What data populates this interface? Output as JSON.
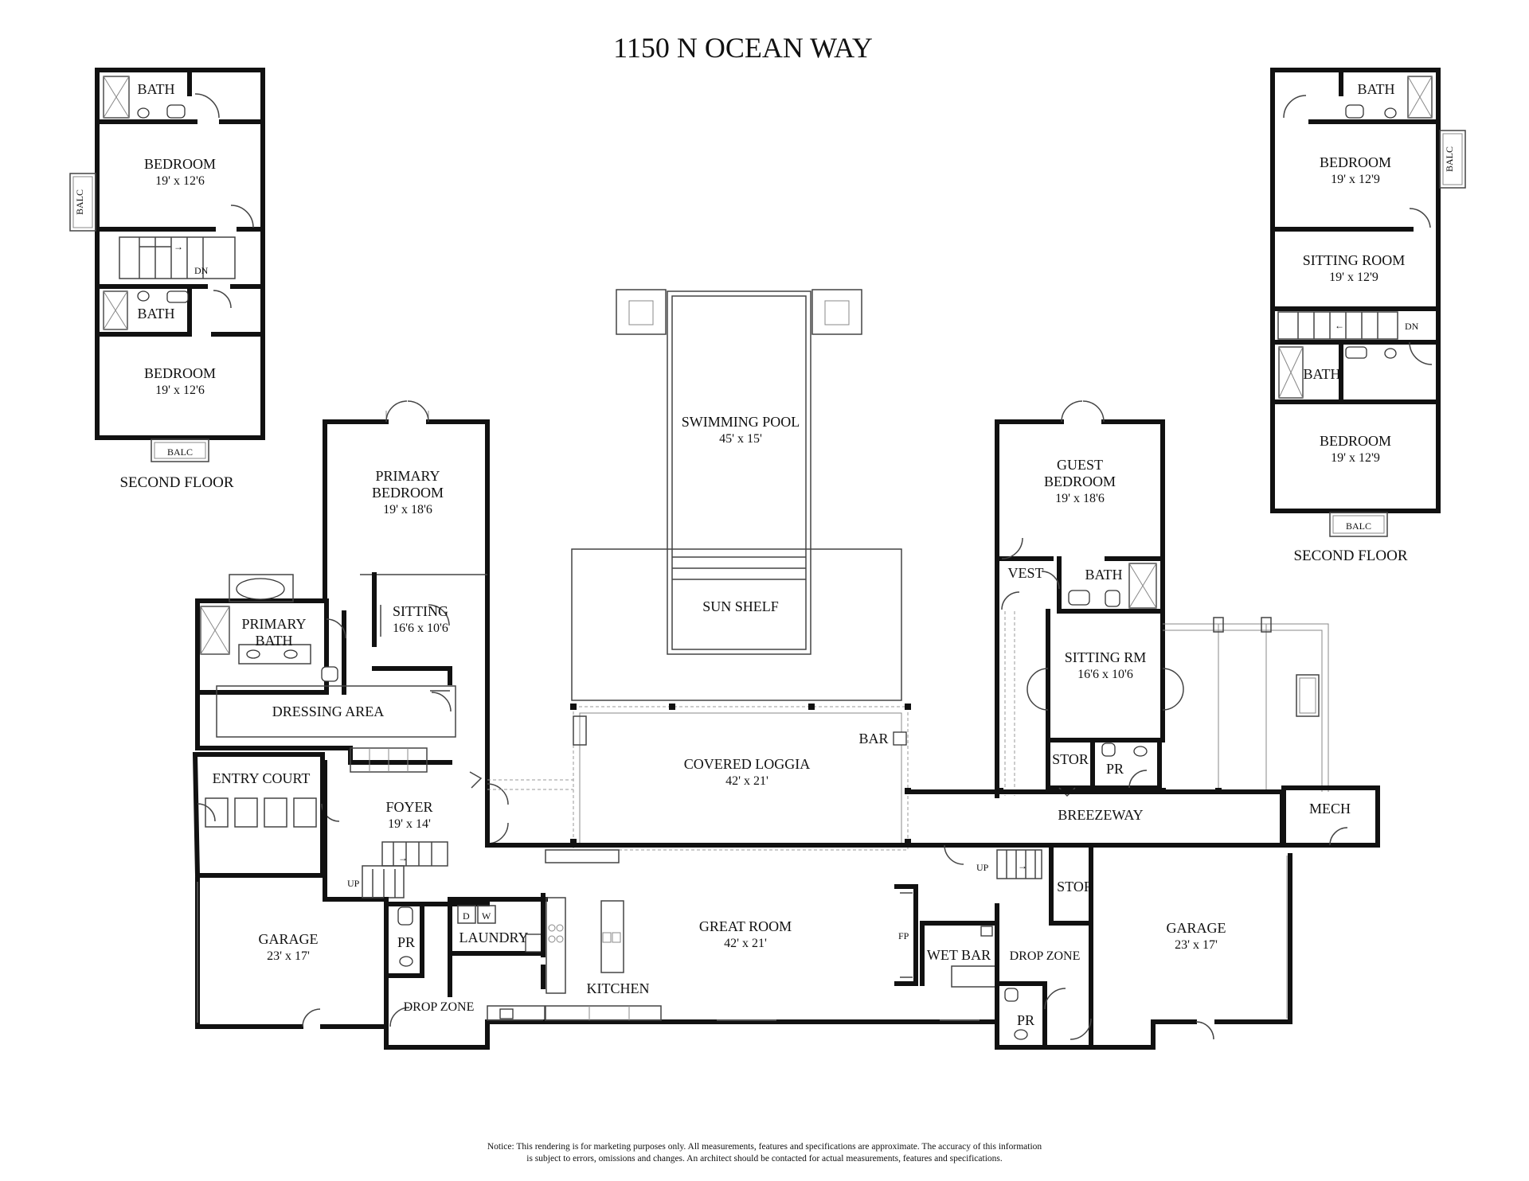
{
  "title": "1150 N OCEAN WAY",
  "second_floor_left": {
    "label": "SECOND FLOOR",
    "bath_top": "BATH",
    "bedroom_top": {
      "name": "BEDROOM",
      "dim": "19' x 12'6"
    },
    "balc_side": "BALC",
    "stair_dn": "DN",
    "bath_mid": "BATH",
    "bedroom_bottom": {
      "name": "BEDROOM",
      "dim": "19' x 12'6"
    },
    "balc_bottom": "BALC"
  },
  "second_floor_right": {
    "label": "SECOND FLOOR",
    "bath_top": "BATH",
    "bedroom_top": {
      "name": "BEDROOM",
      "dim": "19' x 12'9"
    },
    "balc_side": "BALC",
    "sitting": {
      "name": "SITTING ROOM",
      "dim": "19' x 12'9"
    },
    "stair_dn": "DN",
    "bath_mid": "BATH",
    "bedroom_bottom": {
      "name": "BEDROOM",
      "dim": "19' x 12'9"
    },
    "balc_bottom": "BALC"
  },
  "first_floor": {
    "pool": {
      "name": "SWIMMING POOL",
      "dim": "45' x 15'"
    },
    "sun_shelf": "SUN SHELF",
    "primary_bedroom": {
      "line1": "PRIMARY",
      "line2": "BEDROOM",
      "dim": "19' x 18'6"
    },
    "sitting": {
      "name": "SITTING",
      "dim": "16'6 x 10'6"
    },
    "primary_bath": {
      "line1": "PRIMARY",
      "line2": "BATH"
    },
    "dressing_area": "DRESSING AREA",
    "entry_court": "ENTRY COURT",
    "foyer": {
      "name": "FOYER",
      "dim": "19' x 14'"
    },
    "up_left": "UP",
    "garage_left": {
      "name": "GARAGE",
      "dim": "23' x 17'"
    },
    "pr_left": "PR",
    "laundry": "LAUNDRY",
    "washer_d": "D",
    "washer_w": "W",
    "drop_zone_left": "DROP ZONE",
    "kitchen": "KITCHEN",
    "great_room": {
      "name": "GREAT ROOM",
      "dim": "42' x 21'"
    },
    "covered_loggia": {
      "name": "COVERED LOGGIA",
      "dim": "42' x 21'"
    },
    "bar": "BAR",
    "fp": "FP",
    "wet_bar": "WET BAR",
    "drop_zone_right": "DROP ZONE",
    "pr_right": "PR",
    "stor_right": "STOR",
    "up_right": "UP",
    "garage_right": {
      "name": "GARAGE",
      "dim": "23' x 17'"
    },
    "breezeway": "BREEZEWAY",
    "mech": "MECH",
    "guest_bedroom": {
      "line1": "GUEST",
      "line2": "BEDROOM",
      "dim": "19' x 18'6"
    },
    "vest": "VEST",
    "guest_bath": "BATH",
    "sitting_rm": {
      "name": "SITTING RM",
      "dim": "16'6 x 10'6"
    },
    "stor_guest": "STOR",
    "pr_guest": "PR"
  },
  "notice": {
    "line1": "Notice: This rendering is for marketing purposes only. All measurements, features and specifications are approximate. The accuracy of this information",
    "line2": "is subject to errors, omissions and changes. An architect should be contacted for actual measurements, features and specifications."
  }
}
